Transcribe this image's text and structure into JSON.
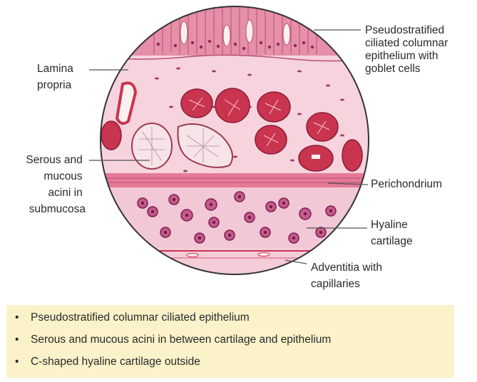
{
  "labels": {
    "epithelium": [
      "Pseudostratified",
      "ciliated columnar",
      "epithelium with",
      "goblet cells"
    ],
    "lamina_propria": [
      "Lamina",
      "propria"
    ],
    "acini": [
      "Serous and",
      "mucous",
      "acini in",
      "submucosa"
    ],
    "perichondrium": "Perichondrium",
    "cartilage": [
      "Hyaline",
      "cartilage"
    ],
    "adventitia": [
      "Adventitia with",
      "capillaries"
    ]
  },
  "summary": {
    "bullet": "•",
    "points": [
      "Pseudostratified columnar ciliated epithelium",
      "Serous and mucous acini in between cartilage and epithelium",
      "C-shaped hyaline cartilage outside"
    ]
  },
  "colors": {
    "epithelium": "#e58fa8",
    "lamina": "#f4cdd8",
    "gland": "#c9344f",
    "perichondrium": "#e47a97",
    "cartilage_matrix": "#f2c7d6",
    "chondrocyte": "#a3356f",
    "summary_bg": "#fbf2c9"
  }
}
